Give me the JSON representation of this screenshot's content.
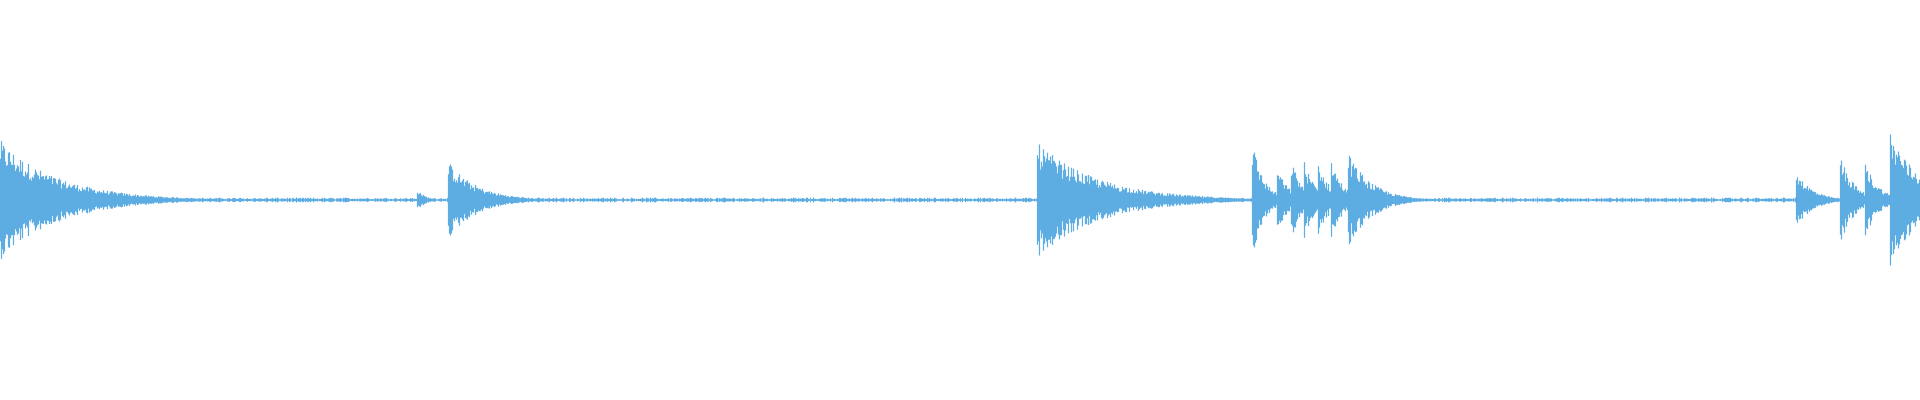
{
  "waveform": {
    "color": "#5DADE2",
    "baseline_amplitude": 0.015,
    "events": [
      {
        "start": 0.0,
        "peak": 0.5,
        "decay": 0.03
      },
      {
        "start": 0.217,
        "peak": 0.1,
        "decay": 0.004
      },
      {
        "start": 0.233,
        "peak": 0.33,
        "decay": 0.015
      },
      {
        "start": 0.54,
        "peak": 0.48,
        "decay": 0.032
      },
      {
        "start": 0.652,
        "peak": 0.5,
        "decay": 0.006
      },
      {
        "start": 0.665,
        "peak": 0.28,
        "decay": 0.006
      },
      {
        "start": 0.672,
        "peak": 0.36,
        "decay": 0.006
      },
      {
        "start": 0.679,
        "peak": 0.33,
        "decay": 0.006
      },
      {
        "start": 0.686,
        "peak": 0.35,
        "decay": 0.006
      },
      {
        "start": 0.693,
        "peak": 0.36,
        "decay": 0.006
      },
      {
        "start": 0.702,
        "peak": 0.4,
        "decay": 0.012
      },
      {
        "start": 0.935,
        "peak": 0.27,
        "decay": 0.008
      },
      {
        "start": 0.958,
        "peak": 0.4,
        "decay": 0.007
      },
      {
        "start": 0.971,
        "peak": 0.33,
        "decay": 0.007
      },
      {
        "start": 0.984,
        "peak": 0.6,
        "decay": 0.015
      }
    ]
  }
}
